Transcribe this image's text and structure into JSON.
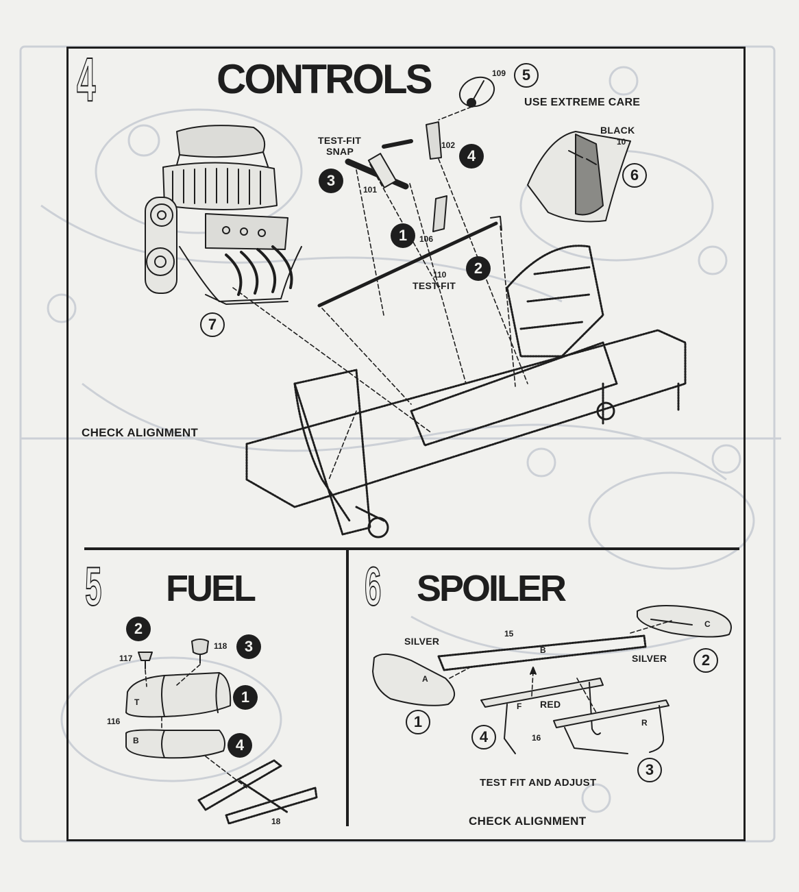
{
  "sections": {
    "controls": {
      "step": "4",
      "title": "CONTROLS",
      "note_care": "USE EXTREME CARE",
      "check_alignment": "CHECK ALIGNMENT",
      "test_fit_snap": [
        "TEST-FIT",
        "SNAP"
      ],
      "test_fit": "TEST-FIT",
      "seat_color": "BLACK",
      "parts": {
        "wheel": "109",
        "lever": "102",
        "shaft": "101",
        "pedal": "106",
        "rod": "110",
        "seat": "10"
      },
      "callouts": [
        "1",
        "2",
        "3",
        "4",
        "5",
        "6",
        "7"
      ]
    },
    "fuel": {
      "step": "5",
      "title": "FUEL",
      "parts": {
        "cap_a": "117",
        "cap_b": "118",
        "tank": "116",
        "bracket": "18"
      },
      "tank_top_letter": "T",
      "tank_bottom_letter": "B",
      "callouts": [
        "1",
        "2",
        "3",
        "4"
      ]
    },
    "spoiler": {
      "step": "6",
      "title": "SPOILER",
      "color_left": "SILVER",
      "color_right": "SILVER",
      "color_strut": "RED",
      "parts": {
        "wing": "15",
        "strut": "16"
      },
      "letters": {
        "A": "A",
        "B": "B",
        "C": "C",
        "F": "F",
        "R": "R"
      },
      "test_fit_adjust": "TEST FIT AND ADJUST",
      "check_alignment": "CHECK ALIGNMENT",
      "callouts": [
        "1",
        "2",
        "3",
        "4"
      ]
    }
  },
  "colors": {
    "ink": "#1e1e1e",
    "paper": "#f1f1ee",
    "ghost": "#c9ccd2"
  }
}
